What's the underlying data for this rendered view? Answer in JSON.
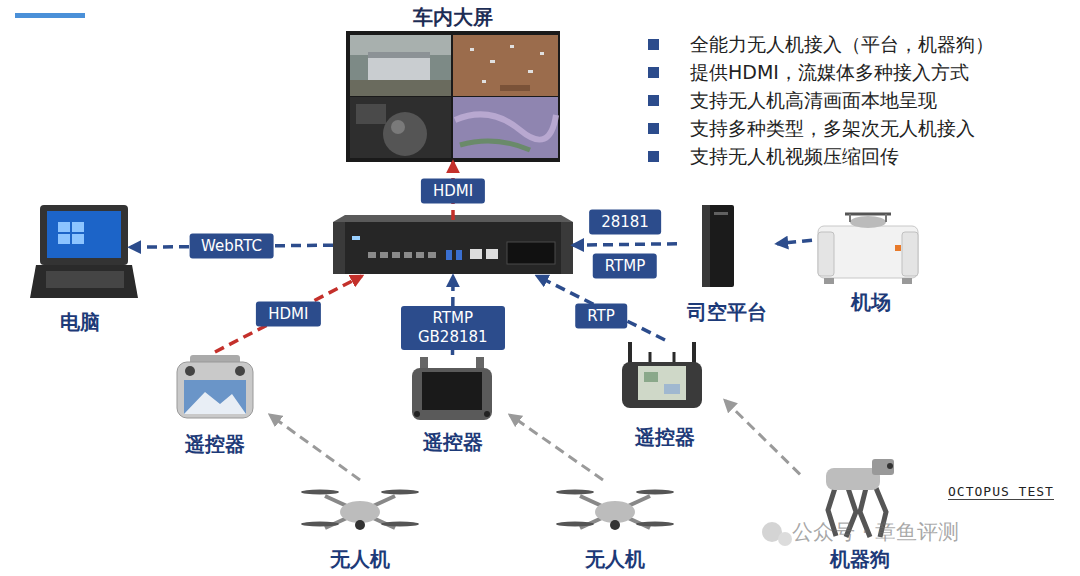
{
  "diagram": {
    "nodes": [
      {
        "text": [
          "车内大屏"
        ]
      },
      {
        "text": []
      },
      {
        "text": [
          "电脑"
        ]
      },
      {
        "text": [
          "司空平台"
        ]
      },
      {
        "text": [
          "机场"
        ]
      },
      {
        "text": [
          "遥控器"
        ]
      },
      {
        "text": [
          "遥控器"
        ]
      },
      {
        "text": [
          "遥控器"
        ]
      },
      {
        "text": [
          "无人机"
        ]
      },
      {
        "text": [
          "无人机"
        ]
      },
      {
        "text": [
          "机器狗"
        ]
      }
    ],
    "edges": [
      {
        "from": 1,
        "to": 0,
        "label": "HDMI",
        "arrow": "to"
      },
      {
        "from": 1,
        "to": 2,
        "label": "WebRTC",
        "arrow": "to"
      },
      {
        "from": 3,
        "to": 1,
        "label": "28181",
        "arrow": "to"
      },
      {
        "from": 4,
        "to": 3,
        "arrow": "to"
      },
      {
        "from": 5,
        "to": 1,
        "label": "HDMI",
        "arrow": "to"
      },
      {
        "from": 6,
        "to": 1,
        "label": "RTMP GB28181",
        "arrow": "to"
      },
      {
        "from": 7,
        "to": 1,
        "label": "RTP",
        "arrow": "to"
      },
      {
        "from": 8,
        "to": 5,
        "arrow": "to"
      },
      {
        "from": 9,
        "to": 6,
        "arrow": "to"
      },
      {
        "from": 10,
        "to": 7,
        "arrow": "to"
      }
    ],
    "labels": [
      "全能力无人机接入（平台，机器狗）",
      "提供HDMI，流媒体多种接入方式",
      "支持无人机高清画面本地呈现",
      "支持多种类型，多架次无人机接入",
      "支持无人机视频压缩回传",
      "RTMP",
      "OCTOPUS TEST",
      "公众号 · 章鱼评测"
    ]
  }
}
